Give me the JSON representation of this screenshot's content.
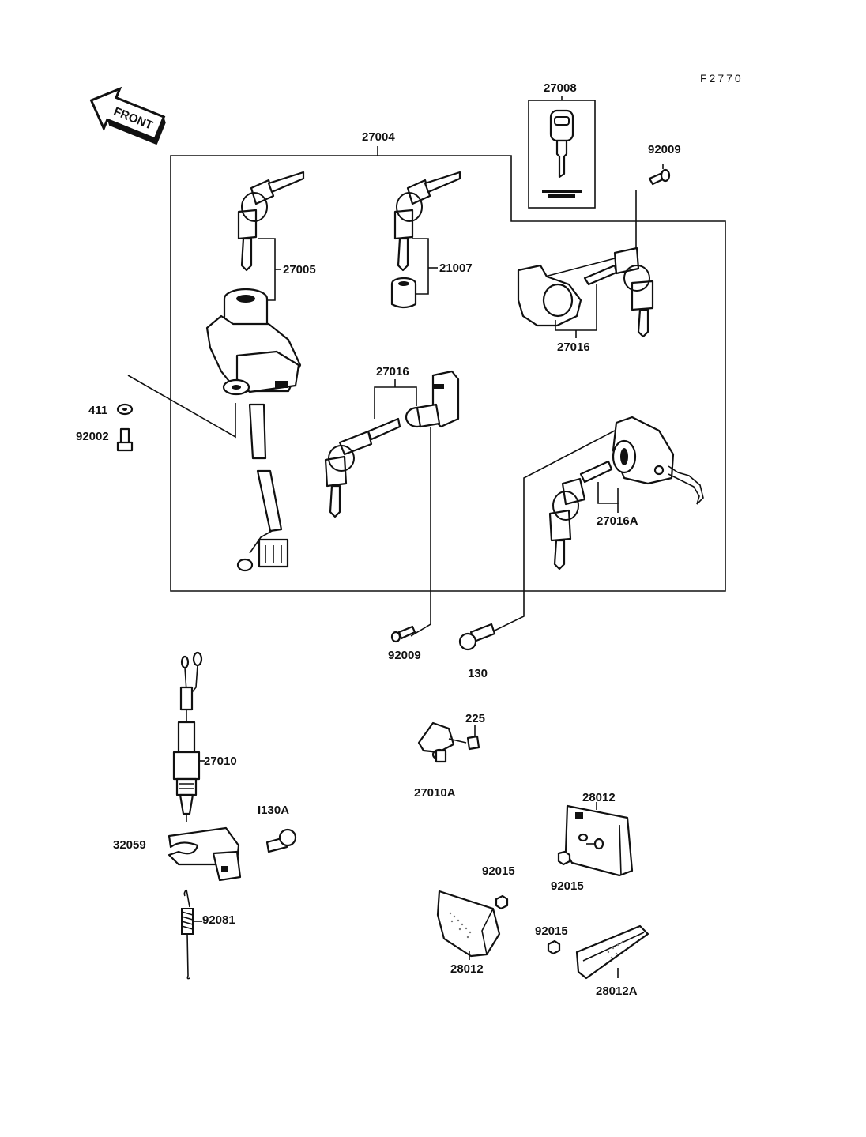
{
  "figure_code": "F2770",
  "front_arrow": {
    "text": "FRONT",
    "icon": "front-arrow-icon"
  },
  "parts": {
    "p27004": "27004",
    "p27008": "27008",
    "p92009_top": "92009",
    "p27005": "27005",
    "p21007": "21007",
    "p27016_right": "27016",
    "p27016_center": "27016",
    "p27016A": "27016A",
    "p411": "411",
    "p92002": "92002",
    "p92009_bottom": "92009",
    "p130": "130",
    "p225": "225",
    "p27010": "27010",
    "p27010A": "27010A",
    "p130A": "I130A",
    "p32059": "32059",
    "p92081": "92081",
    "p28012_right": "28012",
    "p92015_right": "92015",
    "p92015_left": "92015",
    "p92015_bottom": "92015",
    "p28012_left": "28012",
    "p28012A": "28012A"
  }
}
